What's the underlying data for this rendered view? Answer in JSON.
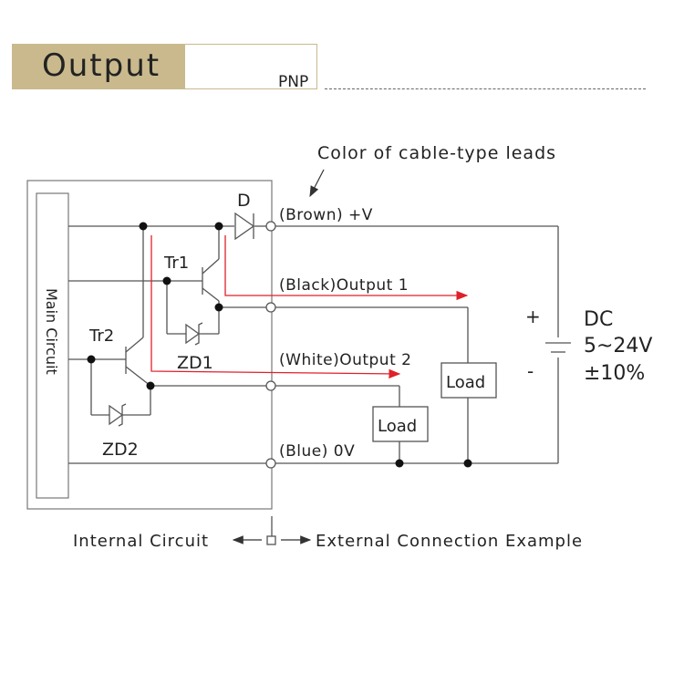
{
  "header": {
    "title": "Output",
    "subtitle": "PNP"
  },
  "annotation": {
    "cable_colors": "Color of cable-type leads"
  },
  "internal": {
    "main_circuit": "Main Circuit",
    "diode": "D",
    "transistor1": "Tr1",
    "transistor2": "Tr2",
    "zener1": "ZD1",
    "zener2": "ZD2"
  },
  "leads": {
    "brown": "(Brown) +V",
    "black": "(Black)Output 1",
    "white": "(White)Output 2",
    "blue": "(Blue) 0V"
  },
  "external": {
    "load1": "Load",
    "load2": "Load",
    "plus": "+",
    "minus": "-",
    "supply_type": "DC",
    "supply_voltage": "5~24V",
    "supply_tolerance": "±10%"
  },
  "footer": {
    "internal_label": "Internal Circuit",
    "external_label": "External Connection Example"
  },
  "colors": {
    "wire": "#555555",
    "signal": "#e0202a",
    "header_tab": "#c9b98d"
  }
}
